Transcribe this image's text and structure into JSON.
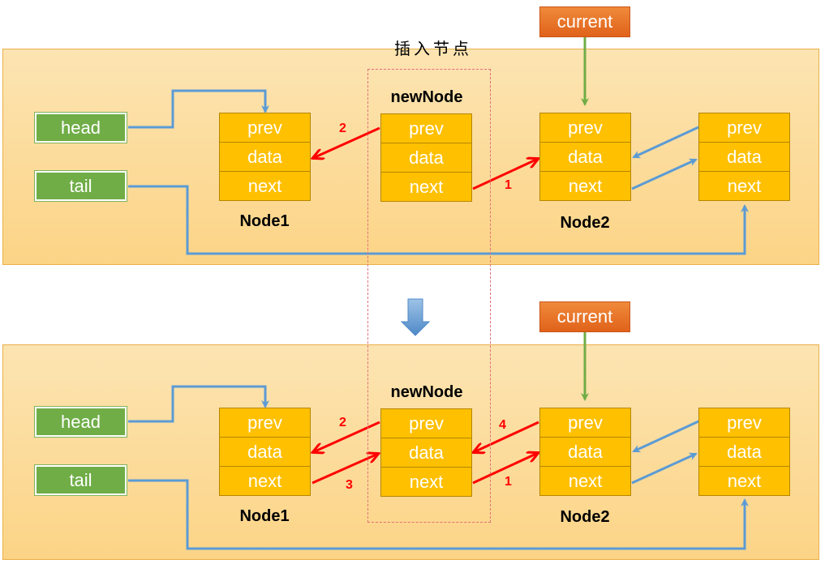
{
  "title": "插入节点",
  "top": {
    "head": "head",
    "tail": "tail",
    "current": "current",
    "new_node_label": "newNode",
    "node1_label": "Node1",
    "node2_label": "Node2",
    "fields": [
      "prev",
      "data",
      "next"
    ],
    "step_labels": [
      "2",
      "1"
    ]
  },
  "bottom": {
    "head": "head",
    "tail": "tail",
    "current": "current",
    "new_node_label": "newNode",
    "node1_label": "Node1",
    "node2_label": "Node2",
    "fields": [
      "prev",
      "data",
      "next"
    ],
    "step_labels": [
      "2",
      "4",
      "3",
      "1"
    ]
  },
  "colors": {
    "panel": "#fcd486",
    "node": "#ffc000",
    "pointer": "#70ad47",
    "current": "#e8702a",
    "blue_link": "#5b9bd5",
    "red_link": "#ff0000",
    "green_link": "#70ad47"
  },
  "icons": {
    "transition": "down-arrow-icon"
  }
}
